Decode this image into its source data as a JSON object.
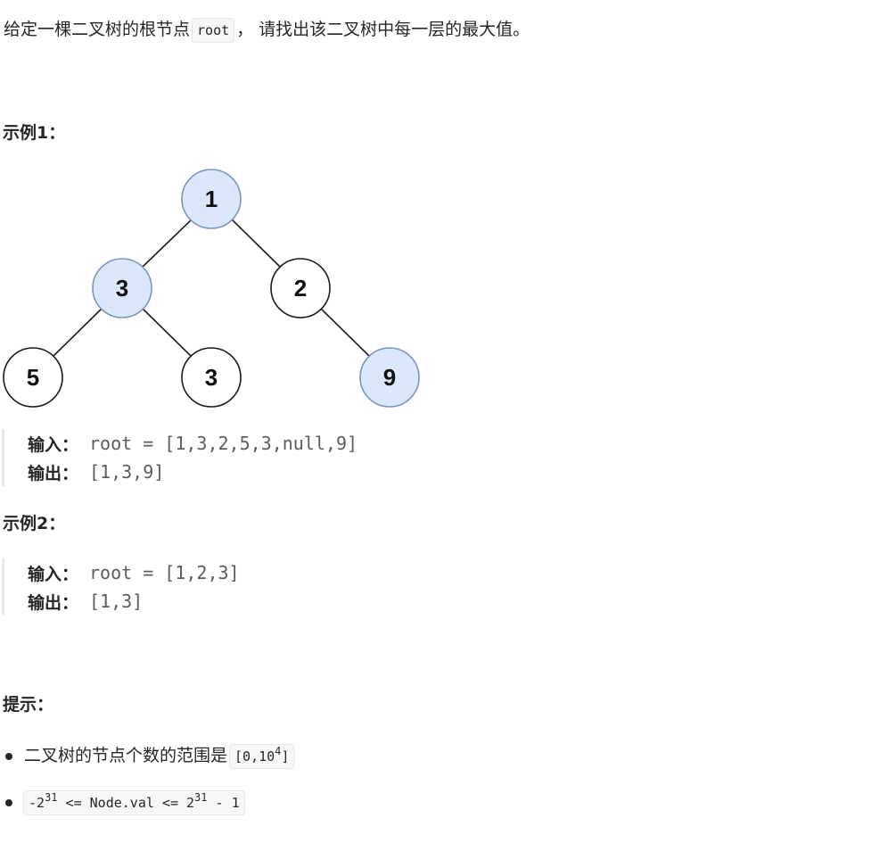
{
  "intro": {
    "before": "给定一棵二叉树的根节点",
    "code": "root",
    "after": "， 请找出该二叉树中每一层的最大值。"
  },
  "example1": {
    "heading": "示例1：",
    "tree": {
      "nodes": [
        {
          "label": "1",
          "highlighted": true
        },
        {
          "label": "3",
          "highlighted": true
        },
        {
          "label": "2",
          "highlighted": false
        },
        {
          "label": "5",
          "highlighted": false
        },
        {
          "label": "3",
          "highlighted": false
        },
        {
          "label": "9",
          "highlighted": true
        }
      ]
    },
    "input_label": "输入：",
    "input_value": "root = [1,3,2,5,3,null,9]",
    "output_label": "输出：",
    "output_value": "[1,3,9]"
  },
  "example2": {
    "heading": "示例2：",
    "input_label": "输入：",
    "input_value": "root = [1,2,3]",
    "output_label": "输出：",
    "output_value": "[1,3]"
  },
  "hints": {
    "heading": "提示：",
    "item1_text": "二叉树的节点个数的范围是",
    "item1_code_base": "[0,10",
    "item1_code_exp": "4",
    "item1_code_end": "]",
    "item2_part1": "-2",
    "item2_exp1": "31",
    "item2_part2": " <= Node.val <= 2",
    "item2_exp2": "31",
    "item2_part3": " - 1"
  },
  "colors": {
    "highlight_fill": "#dbe8fb",
    "highlight_stroke": "#7a94be",
    "plain_fill": "#ffffff",
    "plain_stroke": "#1a1a1a"
  }
}
